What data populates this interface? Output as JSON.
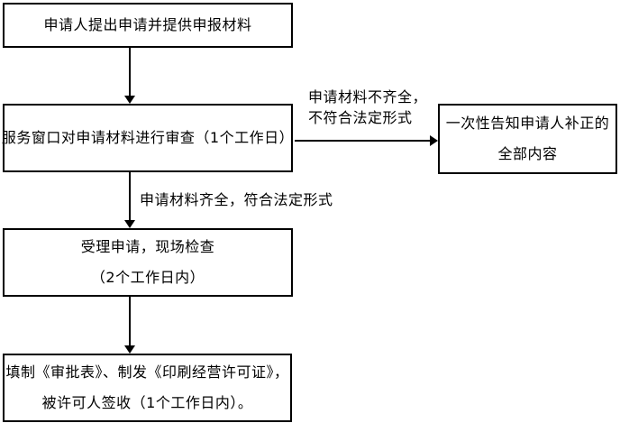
{
  "diagram": {
    "type": "flowchart",
    "colors": {
      "background": "#ffffff",
      "border": "#000000",
      "text": "#000000",
      "arrow": "#000000"
    },
    "boxes": {
      "apply": {
        "lines": [
          "申请人提出申请并提供申报材料"
        ]
      },
      "review": {
        "lines": [
          "服务窗口对申请材料进行审查（1个工作日）"
        ]
      },
      "notify": {
        "lines": [
          "一次性告知申请人补正的",
          "全部内容"
        ]
      },
      "accept": {
        "lines": [
          "受理申请，现场检查",
          "（2个工作日内）"
        ]
      },
      "issue": {
        "lines": [
          "填制《审批表》、制发《印刷经营许可证》，",
          "被许可人签收（1个工作日内）。"
        ]
      }
    },
    "edge_labels": {
      "incomplete": {
        "lines": [
          "申请材料不齐全，",
          "不符合法定形式"
        ]
      },
      "complete": {
        "lines": [
          "申请材料齐全，符合法定形式"
        ]
      }
    }
  }
}
